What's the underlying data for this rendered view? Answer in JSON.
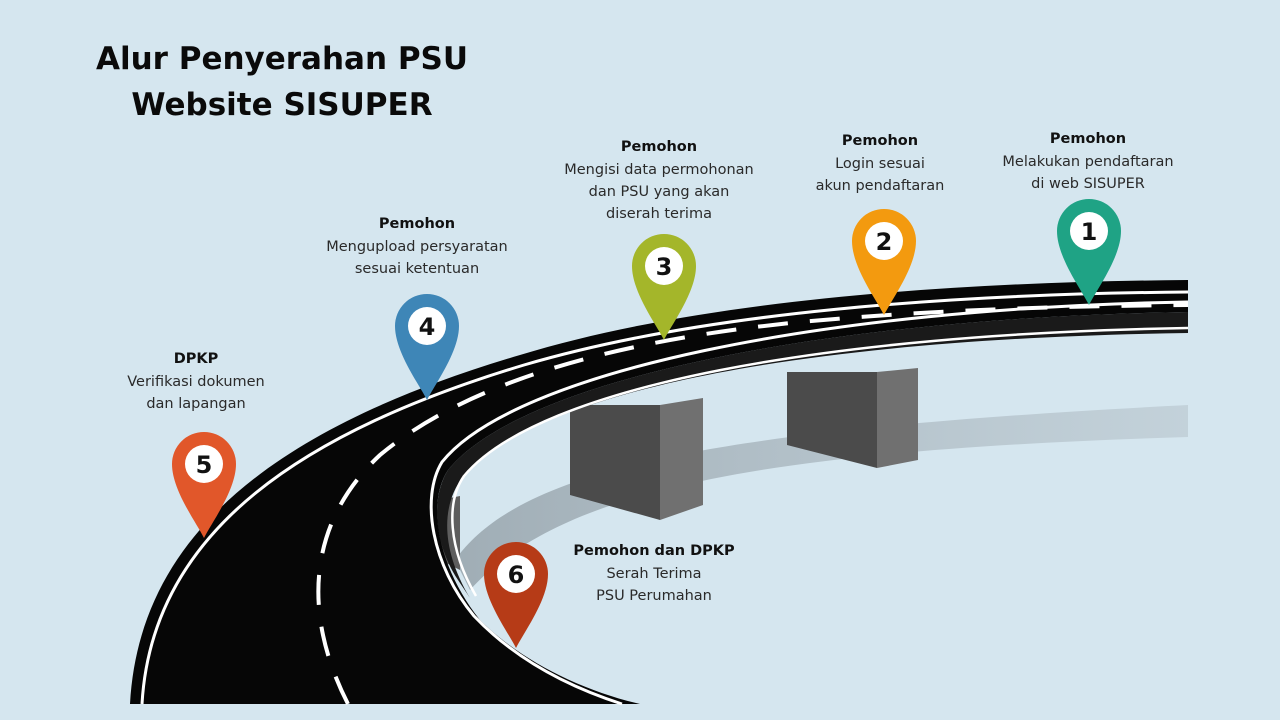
{
  "title": {
    "line1": "Alur Penyerahan PSU",
    "line2": "Website SISUPER"
  },
  "steps": [
    {
      "number": "1",
      "who": "Pemohon",
      "desc": "Melakukan pendaftaran\ndi web SISUPER",
      "color": "#1fa385"
    },
    {
      "number": "2",
      "who": "Pemohon",
      "desc": "Login sesuai\nakun pendaftaran",
      "color": "#f39a0f"
    },
    {
      "number": "3",
      "who": "Pemohon",
      "desc": "Mengisi data permohonan\ndan PSU yang akan\ndiserah terima",
      "color": "#a4b62a"
    },
    {
      "number": "4",
      "who": "Pemohon",
      "desc": "Mengupload persyaratan\nsesuai ketentuan",
      "color": "#3e86b7"
    },
    {
      "number": "5",
      "who": "DPKP",
      "desc": "Verifikasi dokumen\ndan lapangan",
      "color": "#e1572a"
    },
    {
      "number": "6",
      "who": "Pemohon dan DPKP",
      "desc": "Serah Terima\nPSU Perumahan",
      "color": "#b63b17"
    }
  ]
}
